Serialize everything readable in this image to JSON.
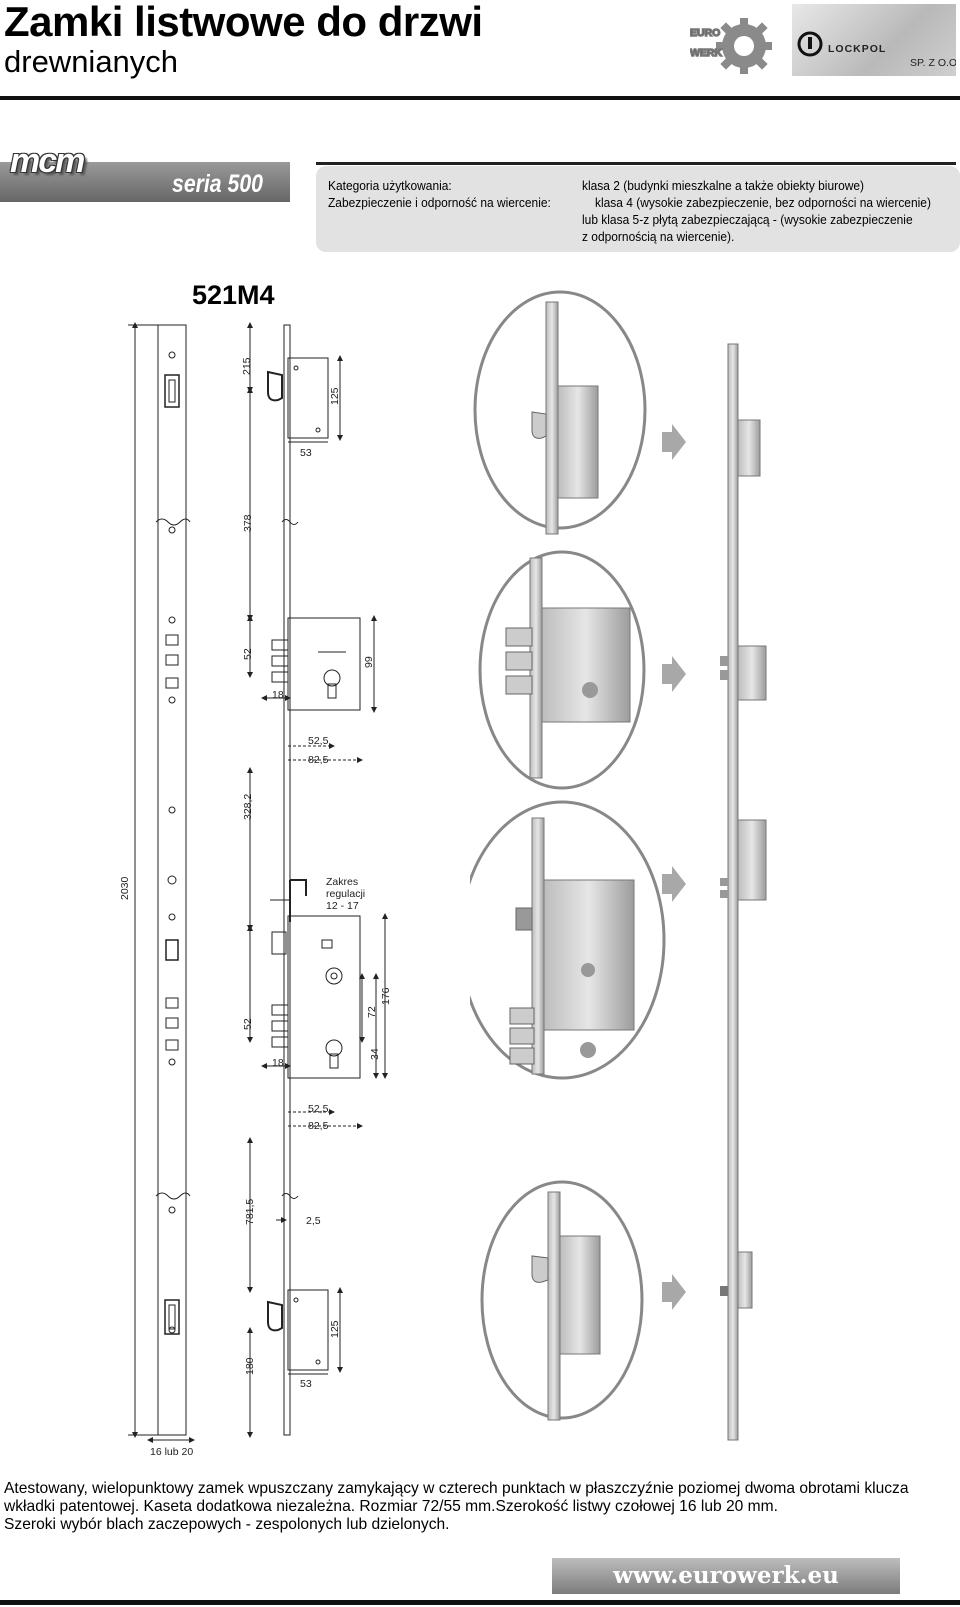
{
  "header": {
    "title": "Zamki listwowe do drzwi",
    "subtitle": "drewnianych",
    "logos": {
      "eurowerk_line1": "EURO",
      "eurowerk_line2": "WERK",
      "lockpol": "LOCKPOL",
      "lockpol_suffix": "SP. Z O.O."
    }
  },
  "series": {
    "brand": "mcm",
    "label": "seria 500"
  },
  "specs": {
    "row1_label": "Kategoria użytkowania:",
    "row1_value": "klasa 2 (budynki mieszkalne a także obiekty biurowe)",
    "row2_label": "Zabezpieczenie i odporność na wiercenie:",
    "row2_value_line1": "klasa 4 (wysokie zabezpieczenie, bez odporności na wiercenie)",
    "row2_value_line2": "lub klasa 5-z płytą zabezpieczającą - (wysokie zabezpieczenie",
    "row2_value_line3": "z odpornością na wiercenie)."
  },
  "drawing": {
    "model": "521M4",
    "dimensions": {
      "total_height": "2030",
      "d215": "215",
      "d125_top": "125",
      "d53_top": "53",
      "d378": "378",
      "d52_a": "52",
      "d99": "99",
      "d18_a": "18",
      "d52_5_a": "52,5",
      "d82_5_a": "82,5",
      "d328_2": "328,2",
      "range_line1": "Zakres",
      "range_line2": "regulacji",
      "range_line3": "12 - 17",
      "d72": "72",
      "d176": "176",
      "d52_b": "52",
      "d34": "34",
      "d18_b": "18",
      "d52_5_b": "52,5",
      "d82_5_b": "82,5",
      "d781_5": "781,5",
      "d2_5": "2,5",
      "d125_bottom": "125",
      "d180": "180",
      "d53_bottom": "53",
      "strip_width": "16 lub 20"
    }
  },
  "description": {
    "line1": "Atestowany, wielopunktowy zamek wpuszczany zamykający w czterech punktach w płaszczyźnie poziomej dwoma obrotami klucza",
    "line2": "wkładki patentowej. Kaseta dodatkowa niezależna. Rozmiar 72/55 mm.Szerokość listwy czołowej 16 lub 20 mm.",
    "line3": "Szeroki wybór blach zaczepowych - zespolonych lub dzielonych."
  },
  "footer": {
    "url": "www.eurowerk.eu"
  }
}
